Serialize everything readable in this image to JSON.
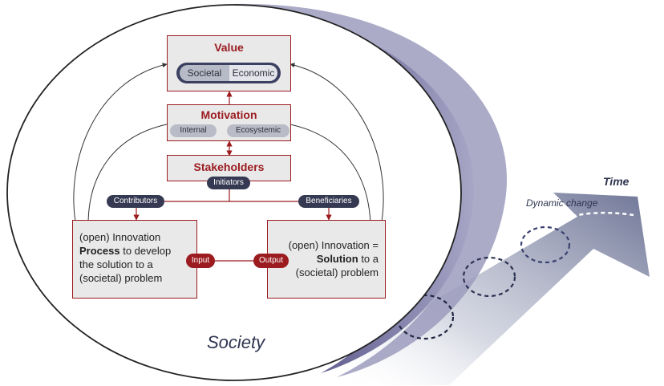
{
  "value": {
    "title": "Value",
    "societal": "Societal",
    "economic": "Economic"
  },
  "motivation": {
    "title": "Motivation",
    "internal": "Internal",
    "ecosystemic": "Ecosystemic"
  },
  "stakeholders": {
    "title": "Stakeholders",
    "initiators": "Initiators"
  },
  "contributors": "Contributors",
  "beneficiaries": "Beneficiaries",
  "process_box": {
    "line1": "(open) Innovation",
    "bold": "Process",
    "line2_rest": " to develop",
    "line3": "the solution to a",
    "line4": "(societal) problem"
  },
  "solution_box": {
    "line1": "(open) Innovation =",
    "bold": "Solution",
    "line2_rest": " to a",
    "line3": "(societal) problem"
  },
  "input": "Input",
  "output": "Output",
  "time": "Time",
  "dynamic_change": "Dynamic change",
  "society": "Society",
  "colors": {
    "accent_red": "#9b1b1f",
    "navy": "#353a52",
    "purple": "#6e6a97"
  }
}
